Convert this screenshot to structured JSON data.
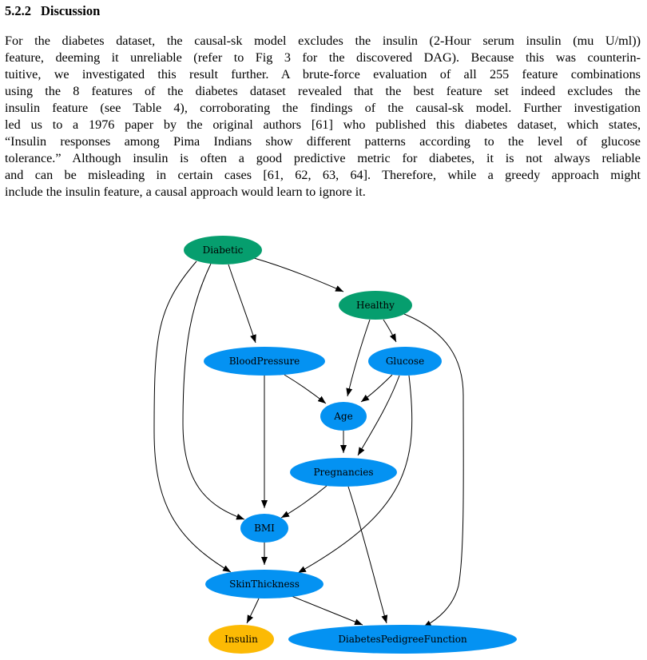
{
  "section": {
    "number": "5.2.2",
    "title": "Discussion"
  },
  "paragraph_lines": [
    "For the diabetes dataset, the causal-sk model excludes the insulin (2-Hour serum insulin (mu U/ml))",
    "feature, deeming it unreliable (refer to Fig 3 for the discovered DAG). Because this was counterin-",
    "tuitive, we investigated this result further. A brute-force evaluation of all 255 feature combinations",
    "using the 8 features of the diabetes dataset revealed that the best feature set indeed excludes the",
    "insulin feature (see Table 4), corroborating the findings of the causal-sk model. Further investigation",
    "led us to a 1976 paper by the original authors [61] who published this diabetes dataset, which states,",
    "“Insulin responses among Pima Indians show different patterns according to the level of glucose",
    "tolerance.” Although insulin is often a good predictive metric for diabetes, it is not always reliable",
    "and can be misleading in certain cases [61, 62, 63, 64]. Therefore, while a greedy approach might",
    "include the insulin feature, a causal approach would learn to ignore it."
  ],
  "dag": {
    "colors": {
      "target": "#069e6e",
      "feature": "#0492f2",
      "excluded": "#fcba04",
      "edge": "#000000",
      "label": "#000000"
    },
    "nodes": [
      {
        "id": "diabetic",
        "label": "Diabetic",
        "kind": "target"
      },
      {
        "id": "healthy",
        "label": "Healthy",
        "kind": "target"
      },
      {
        "id": "bloodpressure",
        "label": "BloodPressure",
        "kind": "feature"
      },
      {
        "id": "glucose",
        "label": "Glucose",
        "kind": "feature"
      },
      {
        "id": "age",
        "label": "Age",
        "kind": "feature"
      },
      {
        "id": "pregnancies",
        "label": "Pregnancies",
        "kind": "feature"
      },
      {
        "id": "bmi",
        "label": "BMI",
        "kind": "feature"
      },
      {
        "id": "skinthickness",
        "label": "SkinThickness",
        "kind": "feature"
      },
      {
        "id": "insulin",
        "label": "Insulin",
        "kind": "excluded"
      },
      {
        "id": "dpf",
        "label": "DiabetesPedigreeFunction",
        "kind": "feature"
      }
    ],
    "edges": [
      {
        "from": "diabetic",
        "to": "healthy"
      },
      {
        "from": "diabetic",
        "to": "bloodpressure"
      },
      {
        "from": "diabetic",
        "to": "bmi"
      },
      {
        "from": "diabetic",
        "to": "skinthickness"
      },
      {
        "from": "healthy",
        "to": "glucose"
      },
      {
        "from": "healthy",
        "to": "age"
      },
      {
        "from": "healthy",
        "to": "dpf"
      },
      {
        "from": "bloodpressure",
        "to": "age"
      },
      {
        "from": "bloodpressure",
        "to": "bmi"
      },
      {
        "from": "glucose",
        "to": "age"
      },
      {
        "from": "glucose",
        "to": "pregnancies"
      },
      {
        "from": "glucose",
        "to": "skinthickness"
      },
      {
        "from": "age",
        "to": "pregnancies"
      },
      {
        "from": "pregnancies",
        "to": "bmi"
      },
      {
        "from": "pregnancies",
        "to": "dpf"
      },
      {
        "from": "bmi",
        "to": "skinthickness"
      },
      {
        "from": "skinthickness",
        "to": "insulin"
      },
      {
        "from": "skinthickness",
        "to": "dpf"
      }
    ]
  }
}
